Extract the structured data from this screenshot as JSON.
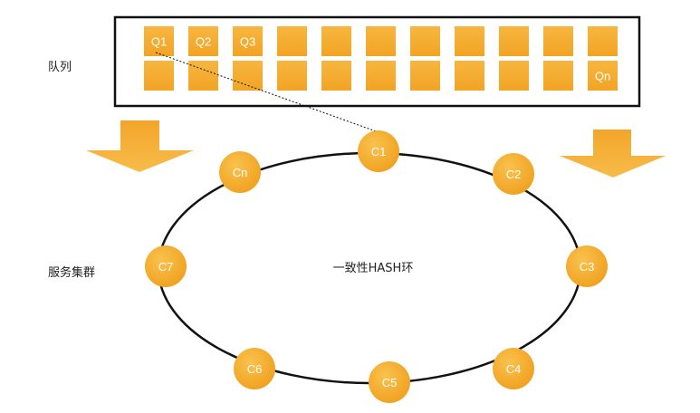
{
  "colors": {
    "accent": "#F5A623",
    "accent_light": "#F8BE48",
    "stroke": "#111111"
  },
  "labels": {
    "queue": "队列",
    "cluster": "服务集群",
    "ring": "一致性HASH环"
  },
  "queue": {
    "rows": [
      [
        "Q1",
        "Q2",
        "Q3",
        "",
        "",
        "",
        "",
        "",
        "",
        "",
        ""
      ],
      [
        "",
        "",
        "",
        "",
        "",
        "",
        "",
        "",
        "",
        "",
        "Qn"
      ]
    ]
  },
  "ring_nodes": [
    "C1",
    "C2",
    "C3",
    "C4",
    "C5",
    "C6",
    "C7",
    "Cn"
  ]
}
